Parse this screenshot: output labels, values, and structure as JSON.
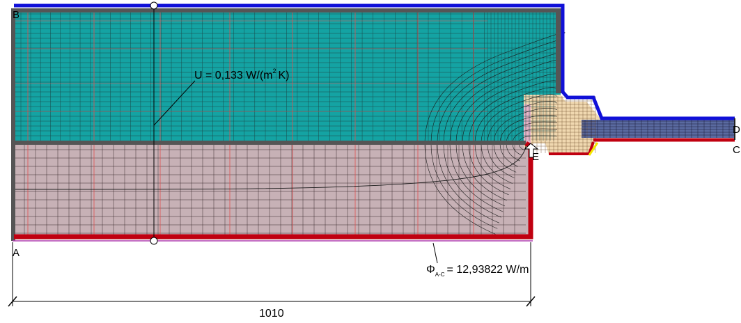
{
  "points": {
    "a": "A",
    "b": "B",
    "c": "C",
    "d": "D",
    "e": "E"
  },
  "u_value": {
    "prefix": "U = 0,133 W/(m",
    "exp": "2",
    "suffix": "K)"
  },
  "flux": {
    "symbol": "Φ",
    "subscript": "A-C",
    "value": "= 12,93822 W/m"
  },
  "dimension": {
    "value": "1010"
  },
  "colors": {
    "insulation_teal": "#14a3a3",
    "masonry_mauve": "#c7b1b6",
    "frame_wood": "#f0d8b0",
    "frame_pink": "#e7b3c7",
    "glazing_blue": "#5a6aa0",
    "boundary_blue": "#1010d8",
    "boundary_red": "#c00010",
    "boundary_yellow": "#f4e800",
    "plaster_grey": "#555555",
    "flux_line_red": "#e05050"
  }
}
